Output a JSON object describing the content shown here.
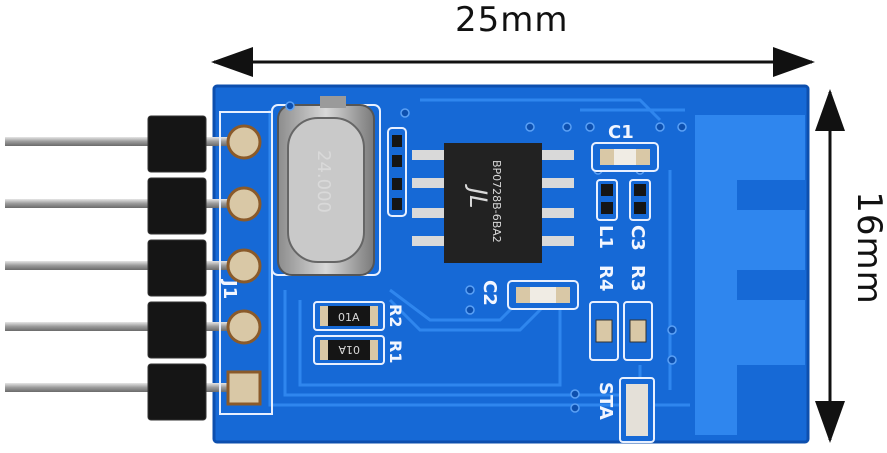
{
  "dimensions": {
    "width": "25mm",
    "height": "16mm"
  },
  "crystal": {
    "marking": "24.000"
  },
  "chip": {
    "logo": "JL",
    "marking": "BP0728B-6BA2"
  },
  "silkscreen": {
    "c1": "C1",
    "c2": "C2",
    "c3": "C3",
    "l1": "L1",
    "r3": "R3",
    "r4": "R4",
    "r2": "R2",
    "r1": "R1",
    "j1": "J1",
    "sta": "STA"
  },
  "resistors": {
    "top": "01A",
    "bottom": "01A"
  },
  "colors": {
    "pcb": "#1669d6",
    "pcb_edge": "#0d4fae",
    "copper_trace": "#2f86ee",
    "pad": "#d9c8a6",
    "header": "#151515",
    "pin": "#bfbfbf",
    "chip": "#222222"
  }
}
